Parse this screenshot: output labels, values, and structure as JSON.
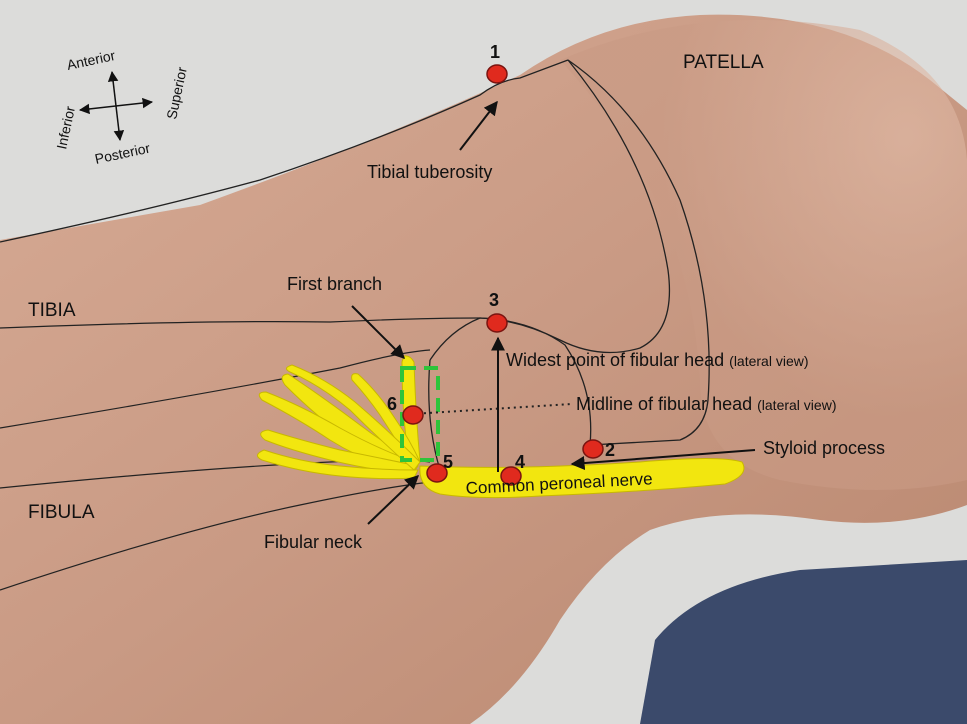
{
  "orientation": {
    "anterior": "Anterior",
    "posterior": "Posterior",
    "inferior": "Inferior",
    "superior": "Superior"
  },
  "regions": {
    "patella": "PATELLA",
    "tibia": "TIBIA",
    "fibula": "FIBULA"
  },
  "labels": {
    "tibial_tuberosity": "Tibial tuberosity",
    "first_branch": "First branch",
    "widest_point": "Widest point of fibular head",
    "widest_point_note": "(lateral view)",
    "midline": "Midline of fibular head",
    "midline_note": "(lateral view)",
    "styloid_process": "Styloid process",
    "common_peroneal_nerve": "Common peroneal nerve",
    "fibular_neck": "Fibular neck"
  },
  "points": [
    "1",
    "2",
    "3",
    "4",
    "5",
    "6"
  ],
  "colors": {
    "skin": "#c99a84",
    "skin_dark": "#b98670",
    "background": "#d9d9d7",
    "clothing": "#3b4a6b",
    "nerve": "#f2e60f",
    "marker": "#e02a1e",
    "dashed_box": "#2ec43a",
    "outline": "#222222"
  }
}
